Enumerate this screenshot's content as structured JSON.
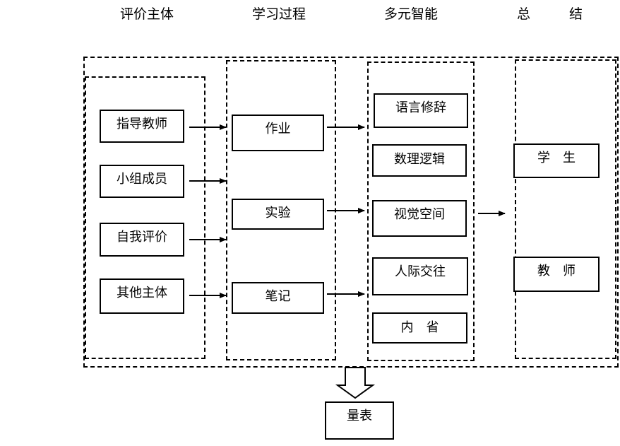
{
  "headers": {
    "col1": "评价主体",
    "col2": "学习过程",
    "col3": "多元智能",
    "col4_left": "总",
    "col4_right": "结"
  },
  "subjects": [
    "指导教师",
    "小组成员",
    "自我评价",
    "其他主体"
  ],
  "processes": [
    "作业",
    "实验",
    "笔记"
  ],
  "intelligences": [
    "语言修辞",
    "数理逻辑",
    "视觉空间",
    "人际交往",
    "内　省"
  ],
  "summary": [
    "学　生",
    "教　师"
  ],
  "output": "量表"
}
